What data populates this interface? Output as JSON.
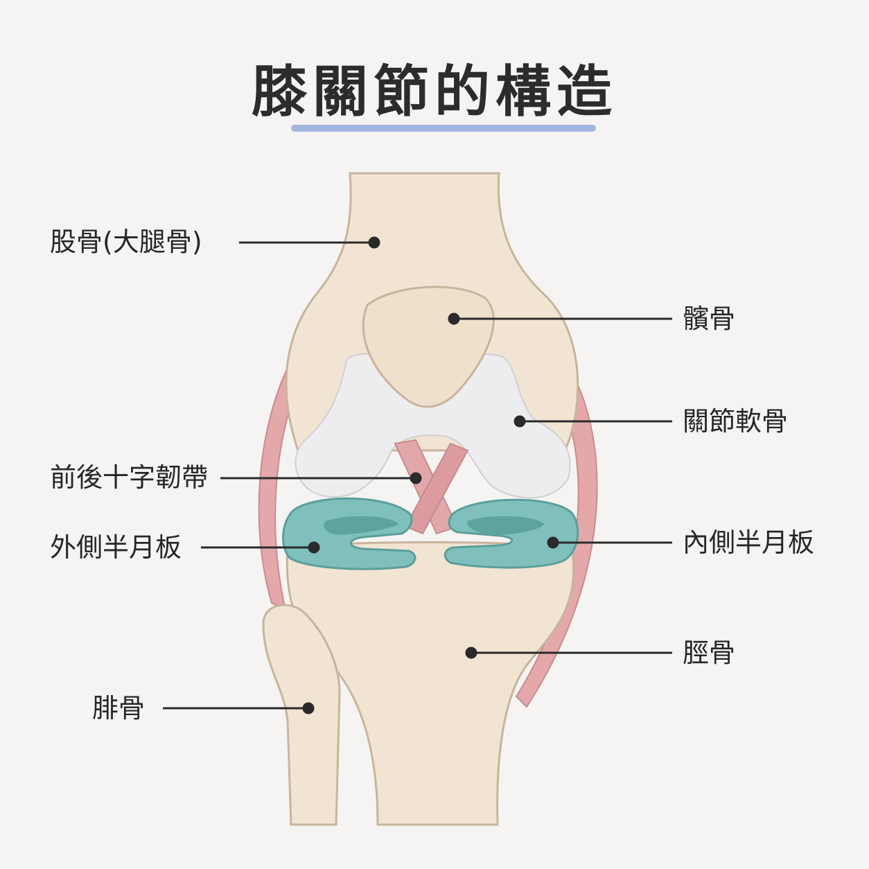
{
  "title": "膝關節的構造",
  "colors": {
    "background": "#f5f4f2",
    "bone": "#f1e4d2",
    "bone_outline": "#c7b49c",
    "cartilage": "#ececee",
    "meniscus": "#7fbfbc",
    "ligament": "#e2a7a8",
    "title_underline": "#a3b6df"
  },
  "labels": {
    "femur": "股骨(大腿骨)",
    "patella": "髕骨",
    "articular_cartilage": "關節軟骨",
    "cruciate_ligaments": "前後十字韌帶",
    "lateral_meniscus": "外側半月板",
    "medial_meniscus": "內側半月板",
    "tibia": "脛骨",
    "fibula": "腓骨"
  }
}
